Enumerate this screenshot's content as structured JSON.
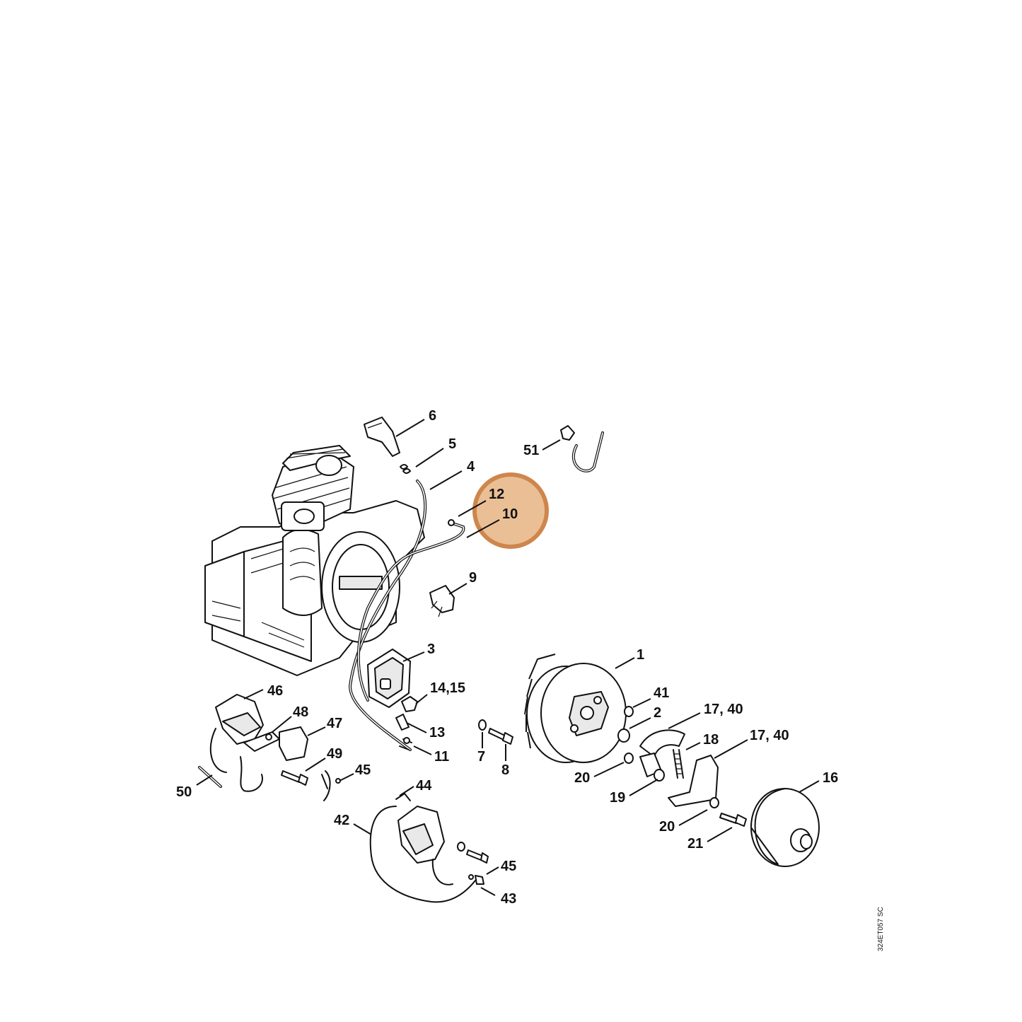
{
  "diagram_code": "324ET057 SC",
  "highlight_color": "#d68c4a",
  "labels": {
    "p1": "1",
    "p2": "2",
    "p3": "3",
    "p4": "4",
    "p5": "5",
    "p6": "6",
    "p7": "7",
    "p8": "8",
    "p9": "9",
    "p10": "10",
    "p11": "11",
    "p12": "12",
    "p13": "13",
    "p14_15": "14,15",
    "p16": "16",
    "p17_40_a": "17, 40",
    "p17_40_b": "17, 40",
    "p18": "18",
    "p19": "19",
    "p20_a": "20",
    "p20_b": "20",
    "p21": "21",
    "p41": "41",
    "p42": "42",
    "p43": "43",
    "p44": "44",
    "p45_a": "45",
    "p45_b": "45",
    "p46": "46",
    "p47": "47",
    "p48": "48",
    "p49": "49",
    "p50": "50",
    "p51": "51"
  }
}
